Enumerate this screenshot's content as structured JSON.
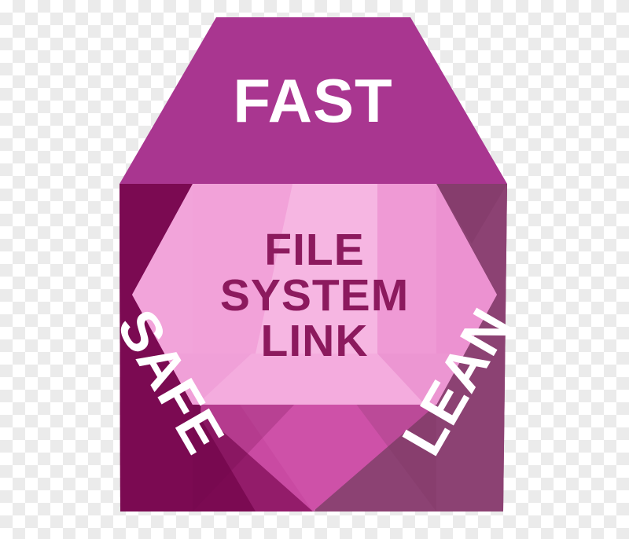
{
  "logo": {
    "name": "File System Link hexagon logo",
    "center_lines": [
      "FILE",
      "SYSTEM",
      "LINK"
    ],
    "center_line_1": "FILE",
    "center_line_2": "SYSTEM",
    "center_line_3": "LINK",
    "center_text_color": "#8C1A5E",
    "segments": [
      {
        "id": "top",
        "label": "FAST",
        "color": "#A93690",
        "label_color": "#FFFFFF",
        "rotation_deg": 0
      },
      {
        "id": "bottom-left",
        "label": "SAFE",
        "color": "#7B0A52",
        "label_color": "#FFFFFF",
        "rotation_deg": 60
      },
      {
        "id": "bottom-right",
        "label": "LEAN",
        "color": "#8C4273",
        "label_color": "#FFFFFF",
        "rotation_deg": -60
      }
    ],
    "inner": {
      "bright_magenta": "#D63CB0",
      "light_pink": "#EE8ACD",
      "pale_pink": "#F4A9DC",
      "mid_pink": "#CE51A8",
      "deep_pink": "#C63FA0"
    },
    "background": {
      "type": "transparency-checkerboard",
      "light": "#FFFFFF",
      "dark": "#EBEBEB"
    }
  }
}
